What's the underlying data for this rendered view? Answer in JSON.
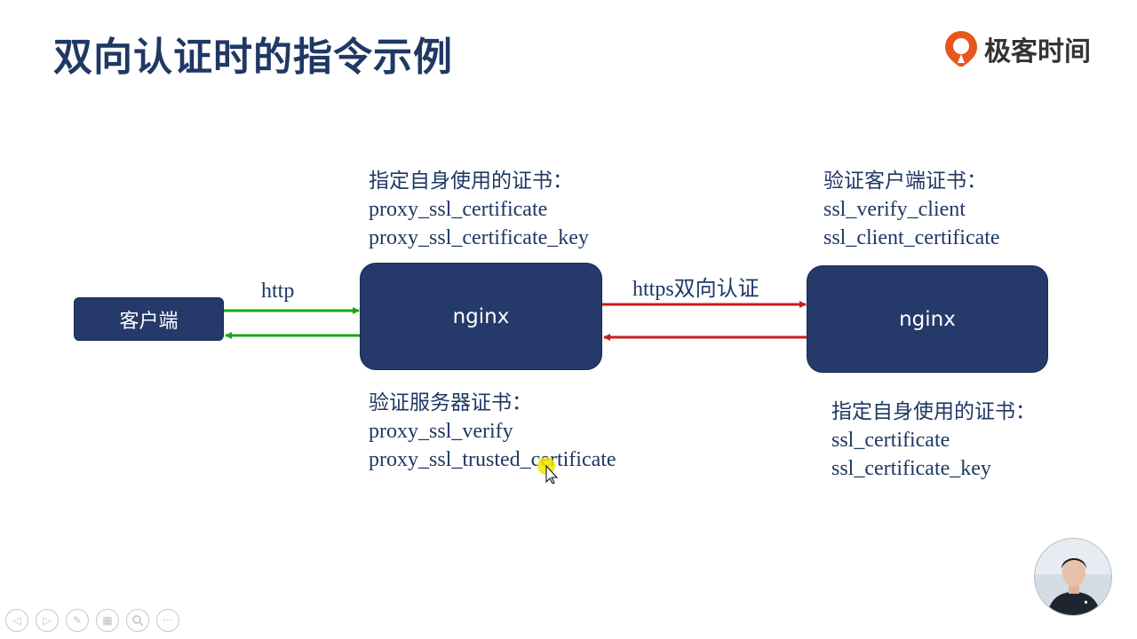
{
  "slide": {
    "title": "双向认证时的指令示例",
    "brand": {
      "name": "极客时间",
      "icon": "geektime-logo-icon",
      "color": "#e8561e"
    }
  },
  "diagram": {
    "client_label": "客户端",
    "nginx_left_label": "nginx",
    "nginx_right_label": "nginx",
    "http_label": "http",
    "https_label": "https双向认证",
    "colors": {
      "box": "#253a6a",
      "http_arrow": "#1aa61a",
      "https_arrow": "#c81e1e",
      "text": "#1f3864"
    },
    "notes": {
      "proxy_own_cert": {
        "heading": "指定自身使用的证书：",
        "lines": [
          "proxy_ssl_certificate",
          "proxy_ssl_certificate_key"
        ]
      },
      "proxy_verify_server": {
        "heading": "验证服务器证书：",
        "lines": [
          "proxy_ssl_verify",
          "proxy_ssl_trusted_certificate"
        ]
      },
      "server_verify_client": {
        "heading": "验证客户端证书：",
        "lines": [
          "ssl_verify_client",
          "ssl_client_certificate"
        ]
      },
      "server_own_cert": {
        "heading": "指定自身使用的证书：",
        "lines": [
          "ssl_certificate",
          "ssl_certificate_key"
        ]
      }
    }
  },
  "controls": [
    {
      "name": "prev-slide-button",
      "icon": "arrow-left-icon"
    },
    {
      "name": "next-slide-button",
      "icon": "arrow-right-icon"
    },
    {
      "name": "pen-tool-button",
      "icon": "pen-icon"
    },
    {
      "name": "slide-overview-button",
      "icon": "grid-icon"
    },
    {
      "name": "zoom-button",
      "icon": "magnifier-icon"
    },
    {
      "name": "more-options-button",
      "icon": "ellipsis-icon"
    }
  ]
}
